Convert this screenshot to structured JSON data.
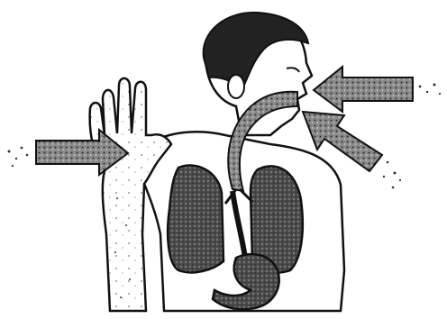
{
  "illustration": {
    "subject": "person",
    "routes": [
      "skin",
      "nose",
      "mouth"
    ],
    "organs": [
      "lungs",
      "airway",
      "esophagus",
      "stomach"
    ]
  },
  "colors": {
    "ink": "#111111",
    "arrow_fill": "#7a7a7a",
    "lung_fill": "#555555",
    "particle": "#333333"
  },
  "icons": [
    "arrow-right-icon",
    "arrow-left-icon",
    "arrow-up-left-icon"
  ]
}
